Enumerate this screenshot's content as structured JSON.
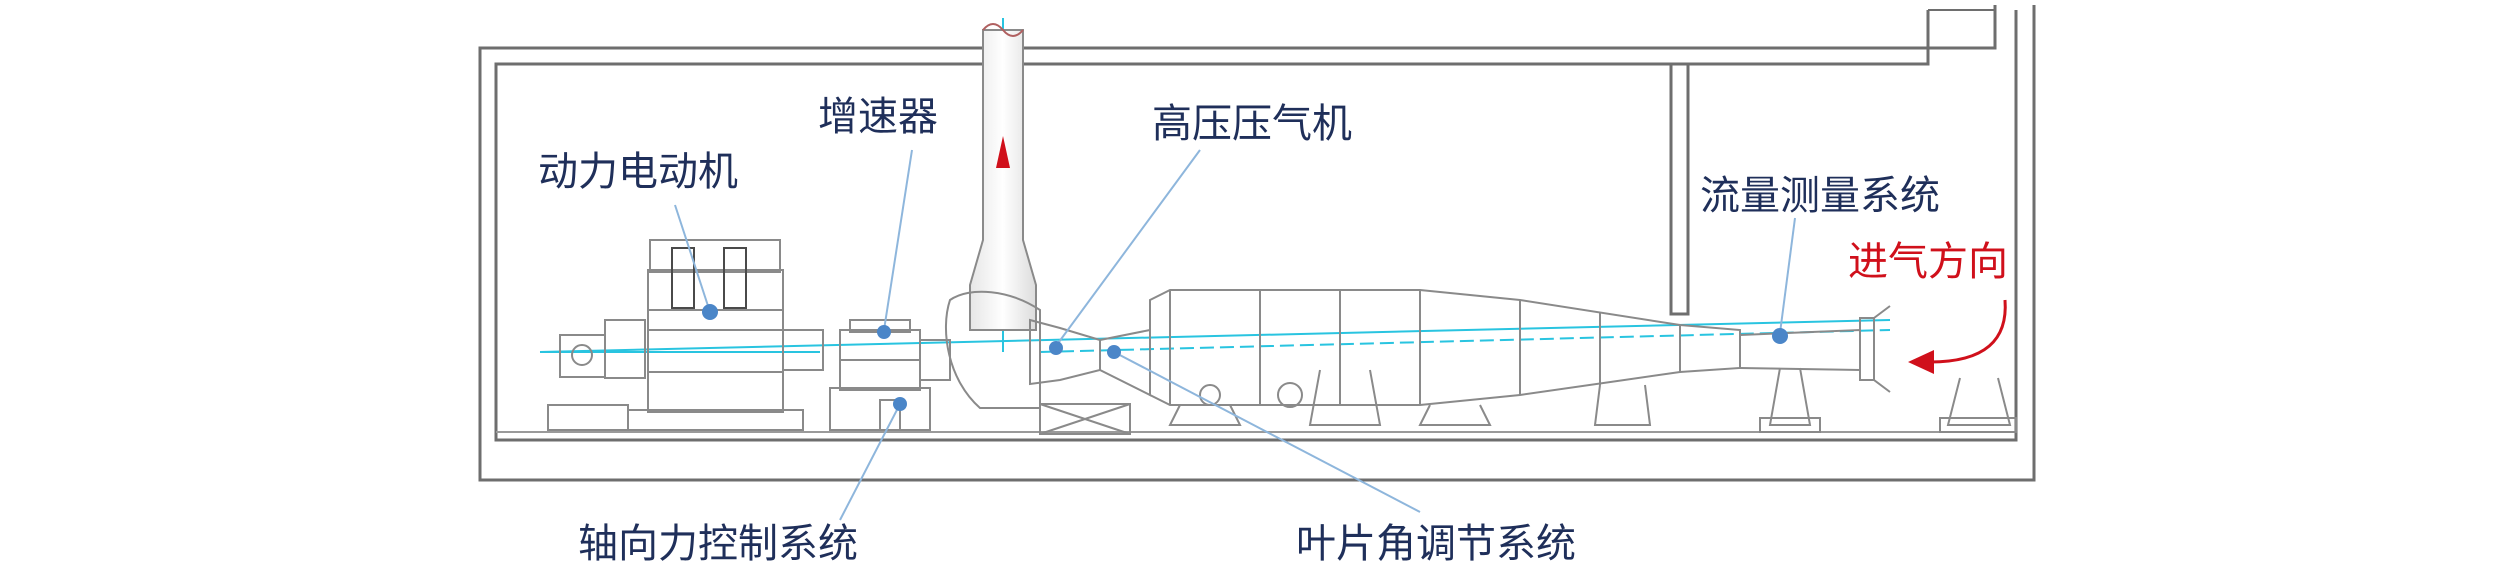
{
  "labels": {
    "motor": "动力电动机",
    "gearbox": "增速器",
    "compressor": "高压压气机",
    "flow_measure": "流量测量系统",
    "inlet_direction": "进气方向",
    "axial_force": "轴向力控制系统",
    "blade_angle": "叶片角调节系统"
  },
  "colors": {
    "outline": "#6e6e6e",
    "machine": "#8a8a8a",
    "axis": "#29c4e0",
    "callout": "#8eb6dc",
    "dot": "#4b86c8",
    "label": "#1f2f5a",
    "accent_red": "#d0101b"
  },
  "icons": {
    "exhaust_arrow": "triangle-up",
    "inlet_arrow": "curved-arrow-left"
  }
}
